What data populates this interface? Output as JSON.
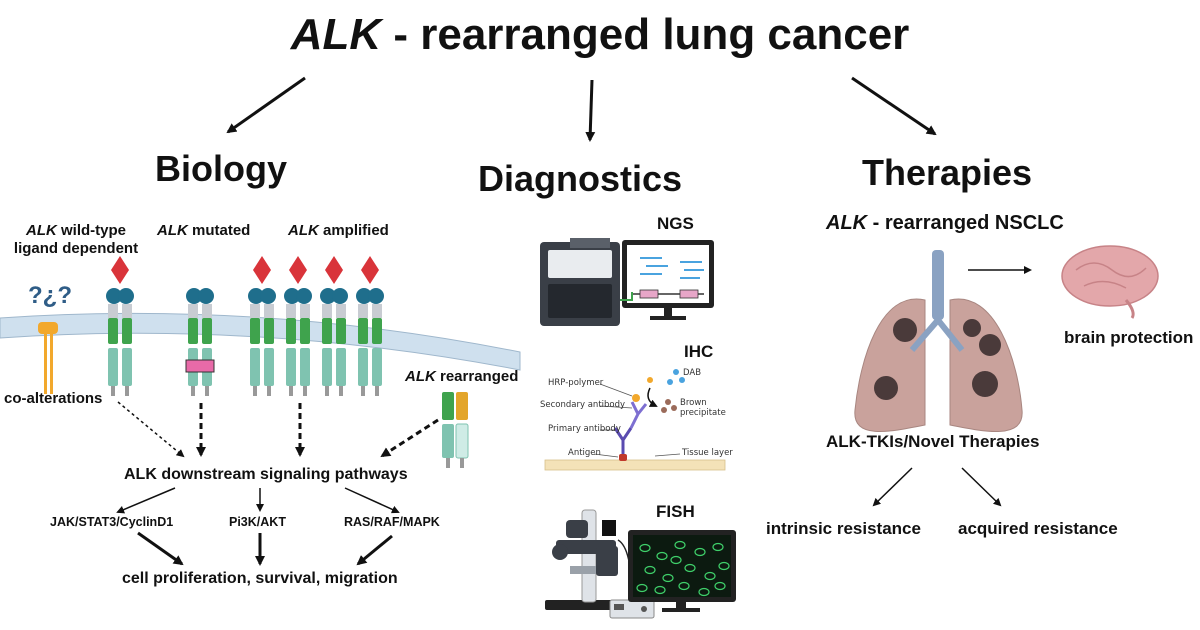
{
  "title": {
    "italic": "ALK",
    "rest": " - rearranged lung cancer"
  },
  "sections": {
    "biology": "Biology",
    "diagnostics": "Diagnostics",
    "therapies": "Therapies"
  },
  "biology": {
    "wild_type": {
      "italic": "ALK",
      "line1": " wild-type",
      "line2": "ligand dependent"
    },
    "mutated": {
      "italic": "ALK",
      "rest": " mutated"
    },
    "amplified": {
      "italic": "ALK",
      "rest": " amplified"
    },
    "rearranged": {
      "italic": "ALK",
      "rest": " rearranged"
    },
    "question_marks": "?¿?",
    "co_alterations": "co-alterations",
    "downstream": "ALK downstream signaling pathways",
    "pathways": [
      "JAK/STAT3/CyclinD1",
      "Pi3K/AKT",
      "RAS/RAF/MAPK"
    ],
    "outcome": "cell proliferation, survival, migration"
  },
  "diagnostics": {
    "ngs": "NGS",
    "ihc": "IHC",
    "fish": "FISH",
    "ihc_labels": {
      "hrp": "HRP-polymer",
      "dab": "DAB",
      "secondary": "Secondary antibody",
      "brown": "Brown",
      "precipitate": "precipitate",
      "primary": "Primary antibody",
      "antigen": "Antigen",
      "tissue": "Tissue layer"
    }
  },
  "therapies": {
    "subtitle": {
      "italic": "ALK",
      "rest": " - rearranged NSCLC"
    },
    "brain": "brain protection",
    "tki": "ALK-TKIs/Novel Therapies",
    "intrinsic": "intrinsic resistance",
    "acquired": "acquired resistance"
  },
  "colors": {
    "receptor_blue": "#1f6e8c",
    "receptor_green": "#3fa34d",
    "receptor_teal": "#7fc3b0",
    "ligand_red": "#d9343a",
    "membrane": "#bcd3e6",
    "lung": "#c9a7a0",
    "brain": "#e0a3a6",
    "trachea": "#8aa2c2"
  }
}
